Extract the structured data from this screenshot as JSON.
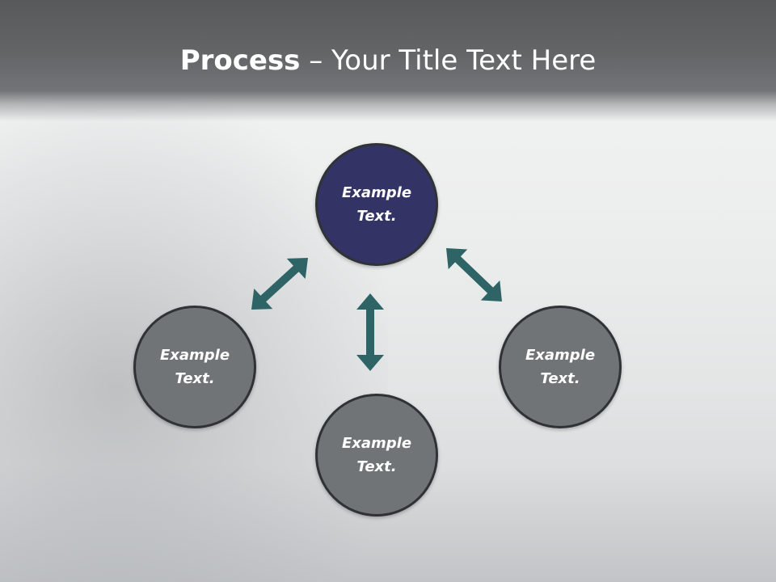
{
  "slide": {
    "title_bold": "Process",
    "title_rest": " – Your Title Text Here"
  },
  "nodes": [
    {
      "id": "top",
      "label": "Example\nText.",
      "color": "#333366"
    },
    {
      "id": "left",
      "label": "Example\nText.",
      "color": "#717477"
    },
    {
      "id": "bottom",
      "label": "Example\nText.",
      "color": "#717477"
    },
    {
      "id": "right",
      "label": "Example\nText.",
      "color": "#717477"
    }
  ],
  "connectors": [
    {
      "from": "top",
      "to": "left",
      "style": "double-arrow"
    },
    {
      "from": "top",
      "to": "bottom",
      "style": "double-arrow"
    },
    {
      "from": "top",
      "to": "right",
      "style": "double-arrow"
    }
  ],
  "colors": {
    "arrow": "#2e6466",
    "header_bg": "#5e6062"
  }
}
